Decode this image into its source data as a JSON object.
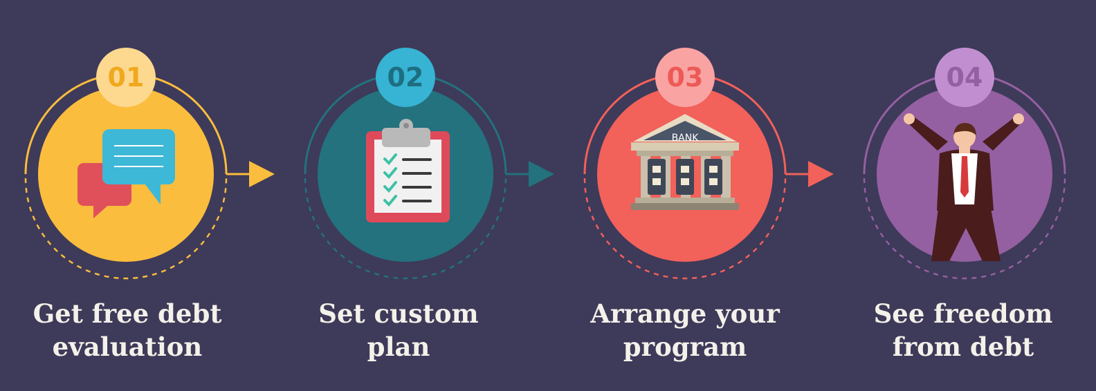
{
  "background_color": "#3e3a59",
  "steps": [
    {
      "number": "01",
      "label_line1": "Get free debt",
      "label_line2": "evaluation",
      "icon": "speech-bubbles-icon",
      "colors": {
        "main": "#fbbd3e",
        "badge": "#fcd98f",
        "number": "#f0a81e",
        "ring": "#fbbd3e"
      }
    },
    {
      "number": "02",
      "label_line1": "Set custom",
      "label_line2": "plan",
      "icon": "clipboard-checklist-icon",
      "colors": {
        "main": "#23727e",
        "badge": "#37b3d4",
        "number": "#1d6e80",
        "ring": "#23727e"
      }
    },
    {
      "number": "03",
      "label_line1": "Arrange your",
      "label_line2": "program",
      "icon": "bank-icon",
      "icon_text": "BANK",
      "colors": {
        "main": "#f2615a",
        "badge": "#f9a3a3",
        "number": "#ec5a55",
        "ring": "#f2615a"
      }
    },
    {
      "number": "04",
      "label_line1": "See freedom",
      "label_line2": "from debt",
      "icon": "celebrating-man-icon",
      "colors": {
        "main": "#9460a2",
        "badge": "#c18fd0",
        "number": "#9460a2",
        "ring": "#9460a2"
      }
    }
  ]
}
